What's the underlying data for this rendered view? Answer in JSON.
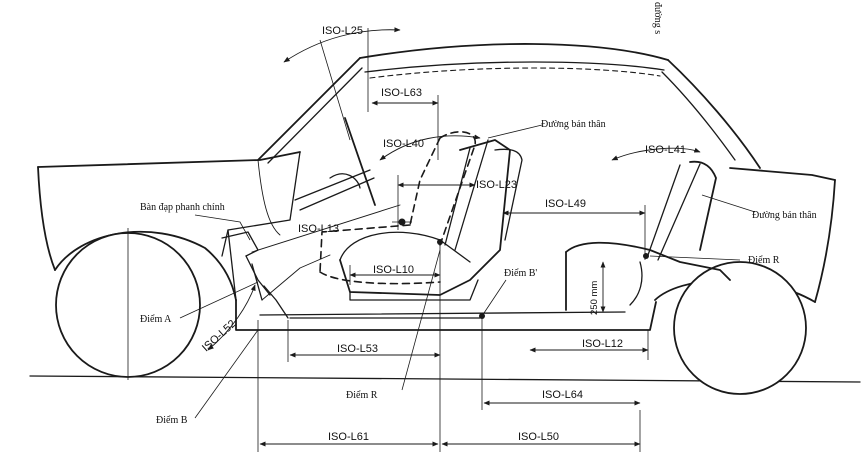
{
  "labels": {
    "iso_l25": "ISO-L25",
    "iso_l63": "ISO-L63",
    "iso_l40": "ISO-L40",
    "iso_l41": "ISO-L41",
    "iso_l23": "ISO-L23",
    "iso_l49": "ISO-L49",
    "iso_l13": "ISO-L13",
    "iso_l10": "ISO-L10",
    "iso_l52": "ISO-L52",
    "iso_l53": "ISO-L53",
    "iso_l12": "ISO-L12",
    "iso_l64": "ISO-L64",
    "iso_l61": "ISO-L61",
    "iso_l50": "ISO-L50",
    "duong_ban_than_1": "Đường bản thân",
    "duong_ban_than_2": "Đường bản thân",
    "ban_dap_phanh": "Bàn đạp phanh chính",
    "diem_a": "Điểm A",
    "diem_b": "Điểm B",
    "diem_b_prime": "Điểm B'",
    "diem_r_1": "Điểm R",
    "diem_r_2": "Điểm R",
    "dim_250mm": "250 mm",
    "edge_text": "đường s"
  }
}
